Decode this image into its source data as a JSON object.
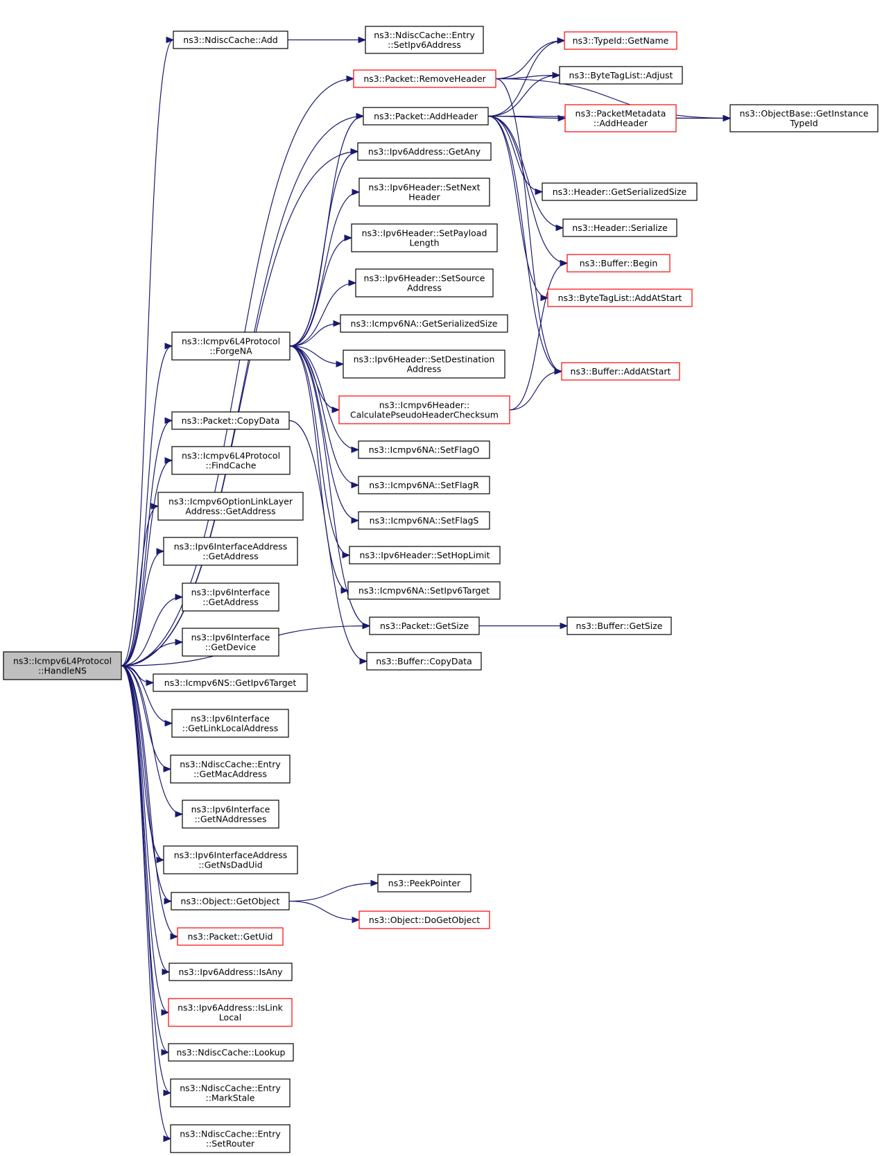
{
  "graph": {
    "colors": {
      "edge": "#191970",
      "box": "#000000",
      "red_box": "#ff0000",
      "root_fill": "#bfbfbf"
    },
    "nodes": [
      {
        "id": "root",
        "lines": [
          "ns3::Icmpv6L4Protocol",
          "::HandleNS"
        ],
        "style": "root"
      },
      {
        "id": "ndAdd",
        "lines": [
          "ns3::NdiscCache::Add"
        ]
      },
      {
        "id": "entrySetIpv6",
        "lines": [
          "ns3::NdiscCache::Entry",
          "::SetIpv6Address"
        ]
      },
      {
        "id": "removeHeader",
        "lines": [
          "ns3::Packet::RemoveHeader"
        ],
        "style": "red"
      },
      {
        "id": "addHeader",
        "lines": [
          "ns3::Packet::AddHeader"
        ]
      },
      {
        "id": "typeIdGetName",
        "lines": [
          "ns3::TypeId::GetName"
        ],
        "style": "red"
      },
      {
        "id": "btlAdjust",
        "lines": [
          "ns3::ByteTagList::Adjust"
        ]
      },
      {
        "id": "pmAddHeader",
        "lines": [
          "ns3::PacketMetadata",
          "::AddHeader"
        ],
        "style": "red"
      },
      {
        "id": "objGetInstance",
        "lines": [
          "ns3::ObjectBase::GetInstance",
          "TypeId"
        ]
      },
      {
        "id": "ipv6GetAny",
        "lines": [
          "ns3::Ipv6Address::GetAny"
        ]
      },
      {
        "id": "setNext",
        "lines": [
          "ns3::Ipv6Header::SetNext",
          "Header"
        ]
      },
      {
        "id": "setPayload",
        "lines": [
          "ns3::Ipv6Header::SetPayload",
          "Length"
        ]
      },
      {
        "id": "setSource",
        "lines": [
          "ns3::Ipv6Header::SetSource",
          "Address"
        ]
      },
      {
        "id": "naGetSer",
        "lines": [
          "ns3::Icmpv6NA::GetSerializedSize"
        ]
      },
      {
        "id": "setDest",
        "lines": [
          "ns3::Ipv6Header::SetDestination",
          "Address"
        ]
      },
      {
        "id": "calcPseudo",
        "lines": [
          "ns3::Icmpv6Header::",
          "CalculatePseudoHeaderChecksum"
        ],
        "style": "red"
      },
      {
        "id": "hdrGetSer",
        "lines": [
          "ns3::Header::GetSerializedSize"
        ]
      },
      {
        "id": "hdrSerialize",
        "lines": [
          "ns3::Header::Serialize"
        ]
      },
      {
        "id": "bufBegin",
        "lines": [
          "ns3::Buffer::Begin"
        ],
        "style": "red"
      },
      {
        "id": "btlAddAtStart",
        "lines": [
          "ns3::ByteTagList::AddAtStart"
        ],
        "style": "red"
      },
      {
        "id": "bufAddAtStart",
        "lines": [
          "ns3::Buffer::AddAtStart"
        ],
        "style": "red"
      },
      {
        "id": "forgeNA",
        "lines": [
          "ns3::Icmpv6L4Protocol",
          "::ForgeNA"
        ]
      },
      {
        "id": "pktCopyData",
        "lines": [
          "ns3::Packet::CopyData"
        ]
      },
      {
        "id": "findCache",
        "lines": [
          "ns3::Icmpv6L4Protocol",
          "::FindCache"
        ]
      },
      {
        "id": "optGetAddr",
        "lines": [
          "ns3::Icmpv6OptionLinkLayer",
          "Address::GetAddress"
        ]
      },
      {
        "id": "ifaGetAddr",
        "lines": [
          "ns3::Ipv6InterfaceAddress",
          "::GetAddress"
        ]
      },
      {
        "id": "ifGetAddr",
        "lines": [
          "ns3::Ipv6Interface",
          "::GetAddress"
        ]
      },
      {
        "id": "ifGetDevice",
        "lines": [
          "ns3::Ipv6Interface",
          "::GetDevice"
        ]
      },
      {
        "id": "nsGetTarget",
        "lines": [
          "ns3::Icmpv6NS::GetIpv6Target"
        ]
      },
      {
        "id": "ifGetLL",
        "lines": [
          "ns3::Ipv6Interface",
          "::GetLinkLocalAddress"
        ]
      },
      {
        "id": "entryGetMac",
        "lines": [
          "ns3::NdiscCache::Entry",
          "::GetMacAddress"
        ]
      },
      {
        "id": "ifGetN",
        "lines": [
          "ns3::Ipv6Interface",
          "::GetNAddresses"
        ]
      },
      {
        "id": "ifaGetNsDad",
        "lines": [
          "ns3::Ipv6InterfaceAddress",
          "::GetNsDadUid"
        ]
      },
      {
        "id": "objGetObject",
        "lines": [
          "ns3::Object::GetObject"
        ]
      },
      {
        "id": "pktGetUid",
        "lines": [
          "ns3::Packet::GetUid"
        ],
        "style": "red"
      },
      {
        "id": "addrIsAny",
        "lines": [
          "ns3::Ipv6Address::IsAny"
        ]
      },
      {
        "id": "addrIsLinkLocal",
        "lines": [
          "ns3::Ipv6Address::IsLink",
          "Local"
        ],
        "style": "red"
      },
      {
        "id": "ndLookup",
        "lines": [
          "ns3::NdiscCache::Lookup"
        ]
      },
      {
        "id": "entryMarkStale",
        "lines": [
          "ns3::NdiscCache::Entry",
          "::MarkStale"
        ]
      },
      {
        "id": "entrySetRouter",
        "lines": [
          "ns3::NdiscCache::Entry",
          "::SetRouter"
        ]
      },
      {
        "id": "naSetFlagO",
        "lines": [
          "ns3::Icmpv6NA::SetFlagO"
        ]
      },
      {
        "id": "naSetFlagR",
        "lines": [
          "ns3::Icmpv6NA::SetFlagR"
        ]
      },
      {
        "id": "naSetFlagS",
        "lines": [
          "ns3::Icmpv6NA::SetFlagS"
        ]
      },
      {
        "id": "setHopLimit",
        "lines": [
          "ns3::Ipv6Header::SetHopLimit"
        ]
      },
      {
        "id": "naSetTarget",
        "lines": [
          "ns3::Icmpv6NA::SetIpv6Target"
        ]
      },
      {
        "id": "pktGetSize",
        "lines": [
          "ns3::Packet::GetSize"
        ]
      },
      {
        "id": "bufGetSize",
        "lines": [
          "ns3::Buffer::GetSize"
        ]
      },
      {
        "id": "bufCopyData",
        "lines": [
          "ns3::Buffer::CopyData"
        ]
      },
      {
        "id": "peekPointer",
        "lines": [
          "ns3::PeekPointer"
        ]
      },
      {
        "id": "objDoGetObject",
        "lines": [
          "ns3::Object::DoGetObject"
        ],
        "style": "red"
      }
    ],
    "edges": [
      [
        "root",
        "ndAdd"
      ],
      [
        "root",
        "removeHeader"
      ],
      [
        "root",
        "addHeader"
      ],
      [
        "root",
        "ipv6GetAny"
      ],
      [
        "root",
        "forgeNA"
      ],
      [
        "root",
        "pktGetSize"
      ],
      [
        "root",
        "pktCopyData"
      ],
      [
        "root",
        "findCache"
      ],
      [
        "root",
        "optGetAddr"
      ],
      [
        "root",
        "ifaGetAddr"
      ],
      [
        "root",
        "ifGetAddr"
      ],
      [
        "root",
        "ifGetDevice"
      ],
      [
        "root",
        "nsGetTarget"
      ],
      [
        "root",
        "ifGetLL"
      ],
      [
        "root",
        "entryGetMac"
      ],
      [
        "root",
        "ifGetN"
      ],
      [
        "root",
        "ifaGetNsDad"
      ],
      [
        "root",
        "objGetObject"
      ],
      [
        "root",
        "pktGetUid"
      ],
      [
        "root",
        "addrIsAny"
      ],
      [
        "root",
        "addrIsLinkLocal"
      ],
      [
        "root",
        "ndLookup"
      ],
      [
        "root",
        "entryMarkStale"
      ],
      [
        "root",
        "entrySetRouter"
      ],
      [
        "ndAdd",
        "entrySetIpv6"
      ],
      [
        "removeHeader",
        "typeIdGetName"
      ],
      [
        "removeHeader",
        "btlAdjust"
      ],
      [
        "removeHeader",
        "objGetInstance"
      ],
      [
        "removeHeader",
        "bufAddAtStart"
      ],
      [
        "addHeader",
        "typeIdGetName"
      ],
      [
        "addHeader",
        "btlAdjust"
      ],
      [
        "addHeader",
        "pmAddHeader"
      ],
      [
        "addHeader",
        "objGetInstance"
      ],
      [
        "addHeader",
        "hdrGetSer"
      ],
      [
        "addHeader",
        "hdrSerialize"
      ],
      [
        "addHeader",
        "bufBegin"
      ],
      [
        "addHeader",
        "btlAddAtStart"
      ],
      [
        "addHeader",
        "bufAddAtStart"
      ],
      [
        "pmAddHeader",
        "objGetInstance"
      ],
      [
        "forgeNA",
        "addHeader"
      ],
      [
        "forgeNA",
        "ipv6GetAny"
      ],
      [
        "forgeNA",
        "setNext"
      ],
      [
        "forgeNA",
        "setPayload"
      ],
      [
        "forgeNA",
        "setSource"
      ],
      [
        "forgeNA",
        "naGetSer"
      ],
      [
        "forgeNA",
        "setDest"
      ],
      [
        "forgeNA",
        "calcPseudo"
      ],
      [
        "forgeNA",
        "naSetFlagO"
      ],
      [
        "forgeNA",
        "naSetFlagR"
      ],
      [
        "forgeNA",
        "naSetFlagS"
      ],
      [
        "forgeNA",
        "setHopLimit"
      ],
      [
        "forgeNA",
        "naSetTarget"
      ],
      [
        "forgeNA",
        "pktGetSize"
      ],
      [
        "calcPseudo",
        "bufBegin"
      ],
      [
        "calcPseudo",
        "bufAddAtStart"
      ],
      [
        "pktCopyData",
        "bufCopyData"
      ],
      [
        "pktGetSize",
        "bufGetSize"
      ],
      [
        "objGetObject",
        "peekPointer"
      ],
      [
        "objGetObject",
        "objDoGetObject"
      ]
    ]
  }
}
